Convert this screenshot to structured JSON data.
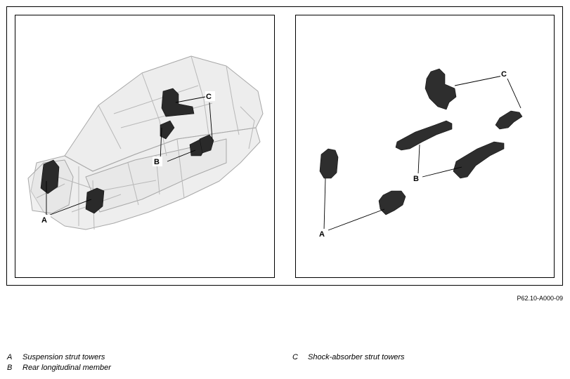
{
  "callouts": {
    "a": "A",
    "b": "B",
    "c": "C"
  },
  "figure_id": "P62.10-A000-09",
  "legend": [
    {
      "letter": "A",
      "text": "Suspension strut towers"
    },
    {
      "letter": "B",
      "text": "Rear longitudinal member"
    },
    {
      "letter": "C",
      "text": "Shock-absorber strut towers"
    }
  ],
  "colors": {
    "body_fill": "#dcdcdc",
    "body_stroke": "#a8a8a8",
    "part_fill": "#2a2a2a",
    "line": "#000000"
  }
}
